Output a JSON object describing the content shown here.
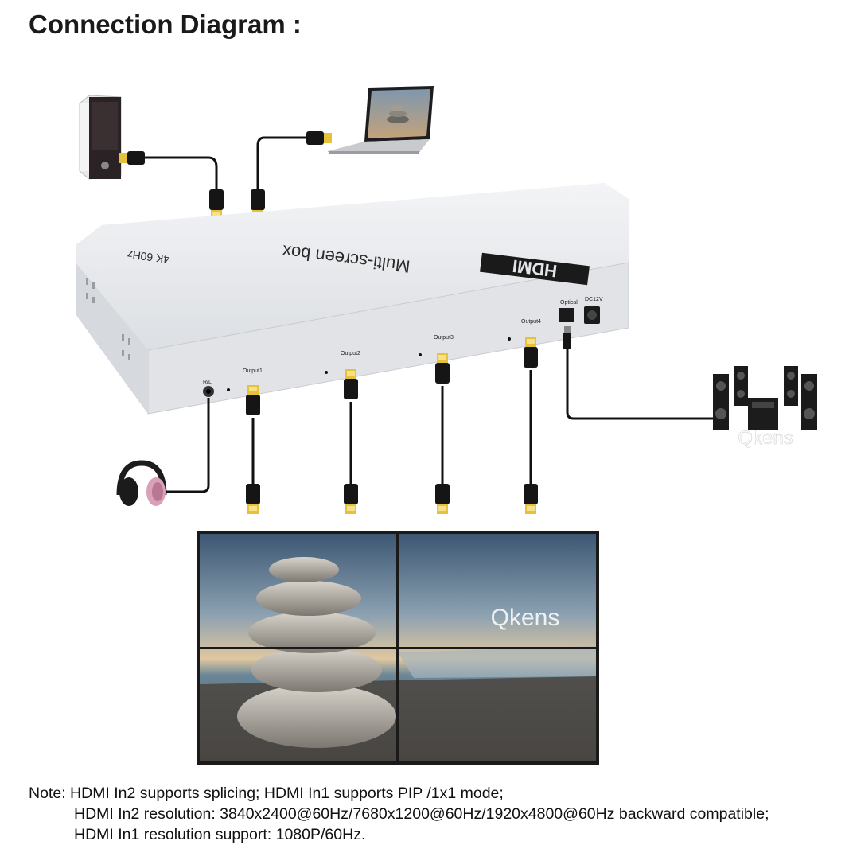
{
  "title": "Connection Diagram :",
  "device": {
    "name": "Multi-screen box",
    "spec": "4K 60Hz",
    "logo": "HDMI",
    "ports": {
      "rl": "R/L",
      "output1": "Output1",
      "output2": "Output2",
      "output3": "Output3",
      "output4": "Output4",
      "optical": "Optical",
      "dc": "DC12V"
    }
  },
  "watermark": "Qkens",
  "speaker_watermark": "Qkens",
  "note": {
    "line1": "Note: HDMI In2 supports splicing; HDMI In1 supports PIP /1x1 mode;",
    "line2": "HDMI In2 resolution: 3840x2400@60Hz/7680x1200@60Hz/1920x4800@60Hz backward compatible;",
    "line3": "HDMI In1 resolution support: 1080P/60Hz."
  },
  "colors": {
    "device_body": "#e3e5e8",
    "cable": "#111111",
    "connector_gold": "#e6c23a"
  }
}
